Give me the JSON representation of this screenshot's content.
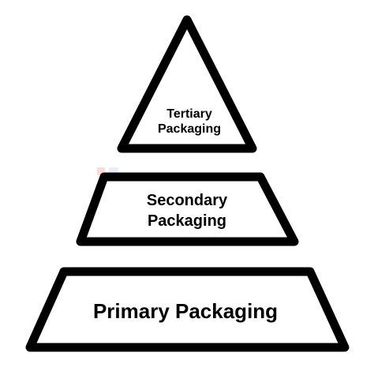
{
  "diagram": {
    "tiers": [
      {
        "id": "tertiary",
        "lines": [
          "Tertiary",
          "Packaging"
        ]
      },
      {
        "id": "secondary",
        "lines": [
          "Secondary",
          "Packaging"
        ]
      },
      {
        "id": "primary",
        "lines": [
          "Primary Packaging"
        ]
      }
    ],
    "watermark": {
      "text": "ER"
    },
    "colors": {
      "stroke": "#000000",
      "fill": "#ffffff",
      "text": "#000000"
    }
  }
}
